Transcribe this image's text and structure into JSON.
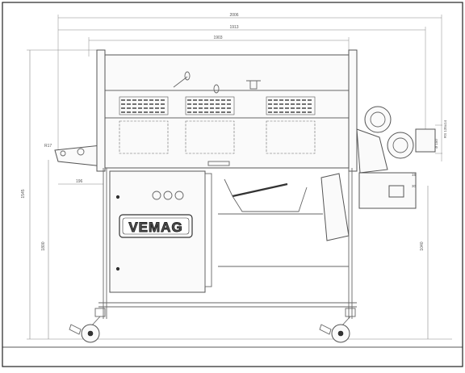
{
  "drawing": {
    "brand_plate": "VEMAG",
    "dimensions": {
      "overall_width": "2006",
      "width_mid": "1913",
      "width_inner": "1903",
      "overall_height": "1545",
      "frame_height": "1800",
      "right_height": "1040",
      "left_offset": "196",
      "radius": "R17",
      "side_small": "15",
      "side_small2": "30",
      "right_box": "ø 150",
      "flange": "RS 135x14"
    }
  }
}
